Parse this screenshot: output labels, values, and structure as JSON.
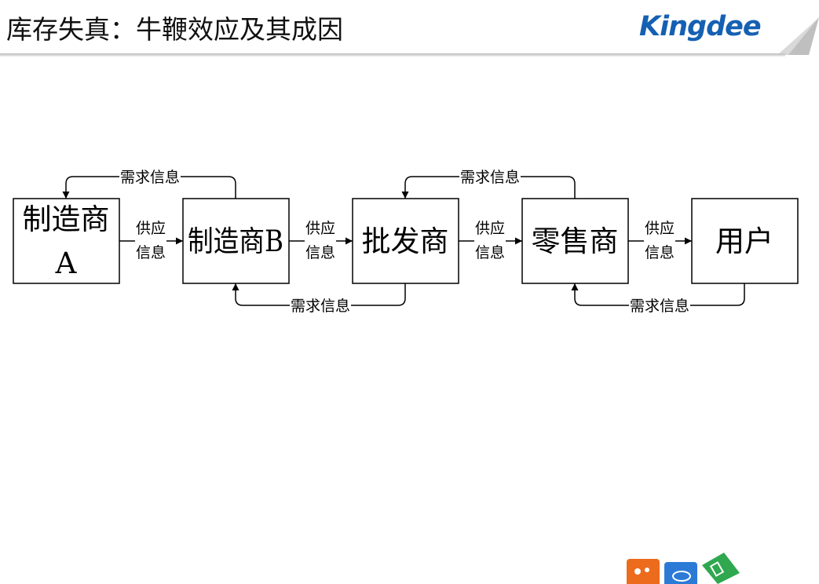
{
  "header": {
    "title": "库存失真：牛鞭效应及其成因",
    "logo": "Kingdee"
  },
  "diagram": {
    "nodes": [
      {
        "id": "manufacturer_a",
        "line1": "制造商",
        "line2": "A"
      },
      {
        "id": "manufacturer_b",
        "label": "制造商B"
      },
      {
        "id": "wholesaler",
        "label": "批发商"
      },
      {
        "id": "retailer",
        "label": "零售商"
      },
      {
        "id": "user",
        "label": "用户"
      }
    ],
    "supply_label": {
      "line1": "供应",
      "line2": "信息"
    },
    "demand_label": "需求信息"
  },
  "decorations": {
    "corner_icons": [
      "people-icon",
      "cloud-icon",
      "phone-icon"
    ]
  }
}
